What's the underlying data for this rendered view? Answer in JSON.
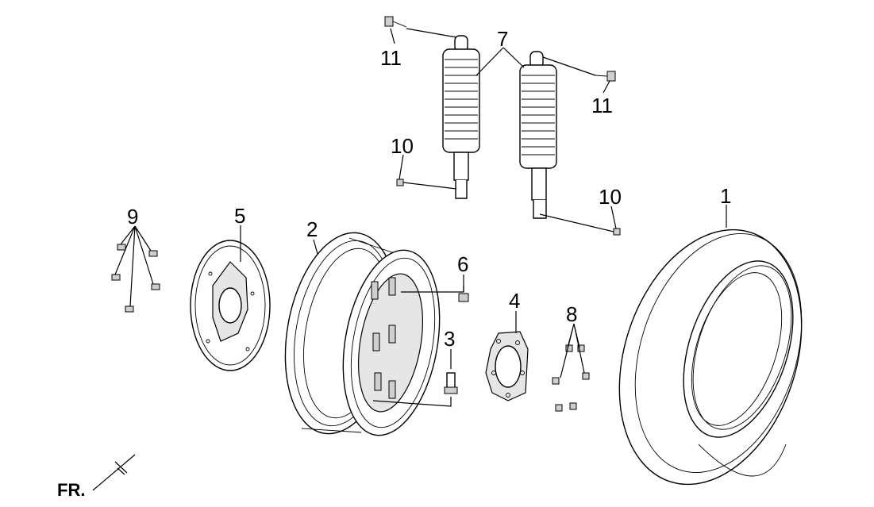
{
  "diagram": {
    "callouts": [
      {
        "id": "tire",
        "number": "1"
      },
      {
        "id": "rim",
        "number": "2"
      },
      {
        "id": "valve",
        "number": "3"
      },
      {
        "id": "hub-plate",
        "number": "4"
      },
      {
        "id": "brake-disc",
        "number": "5"
      },
      {
        "id": "clip",
        "number": "6"
      },
      {
        "id": "shock-absorber",
        "number": "7"
      },
      {
        "id": "hub-bolts",
        "number": "8"
      },
      {
        "id": "disc-bolts",
        "number": "9"
      },
      {
        "id": "lower-bolt-left",
        "number": "10"
      },
      {
        "id": "lower-bolt-right",
        "number": "10"
      },
      {
        "id": "upper-bolt-left",
        "number": "11"
      },
      {
        "id": "upper-bolt-right",
        "number": "11"
      }
    ],
    "orientation_label": "FR."
  }
}
